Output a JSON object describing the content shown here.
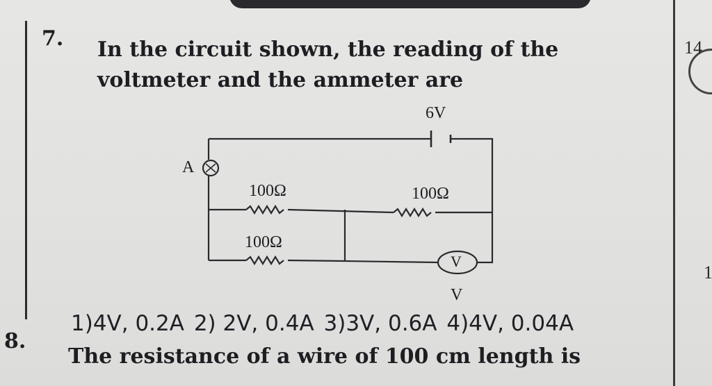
{
  "margin": {
    "right_top": "14",
    "right_mid": "1"
  },
  "question7": {
    "number": "7.",
    "line1": "In the circuit shown, the reading of the",
    "line2": "voltmeter and the ammeter are",
    "circuit": {
      "battery_label": "6V",
      "ammeter_label": "A",
      "resistor_left_top": "100Ω",
      "resistor_right_top": "100Ω",
      "resistor_left_bottom": "100Ω",
      "voltmeter_symbol": "V",
      "voltmeter_label": "V"
    },
    "options": [
      "1)4V, 0.2A",
      "2) 2V, 0.4A",
      "3)3V, 0.6A",
      "4)4V, 0.04A"
    ]
  },
  "question8": {
    "number": "8.",
    "line1": "The resistance of a wire of 100 cm length is"
  }
}
